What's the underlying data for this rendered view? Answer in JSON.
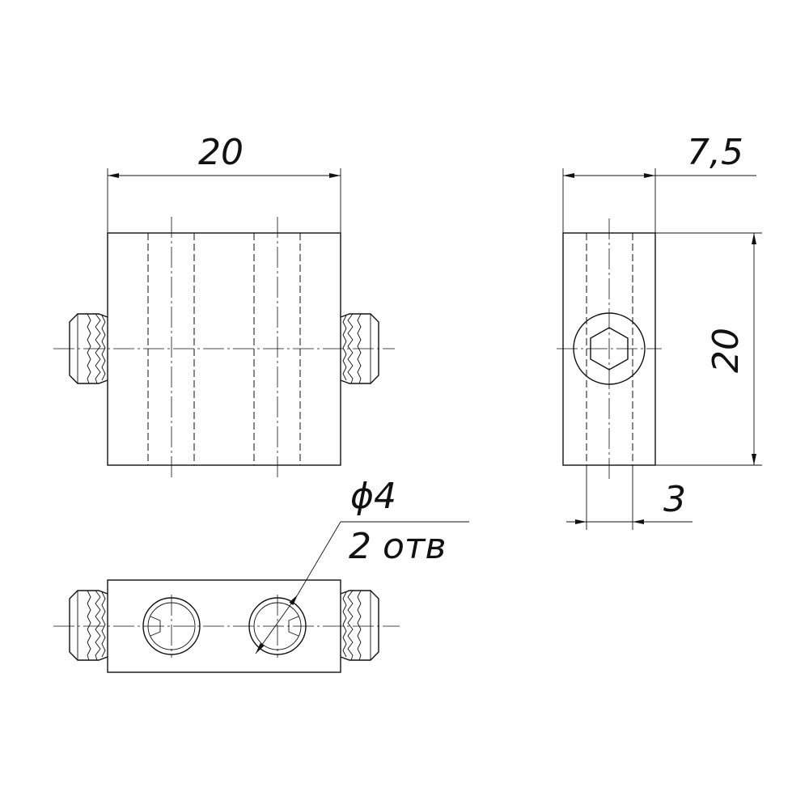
{
  "drawing": {
    "dimensions": {
      "front_width": "20",
      "side_width": "7,5",
      "side_height": "20",
      "hole_offset": "3",
      "hole_diameter": "ϕ4",
      "hole_count": "2 отв"
    }
  }
}
